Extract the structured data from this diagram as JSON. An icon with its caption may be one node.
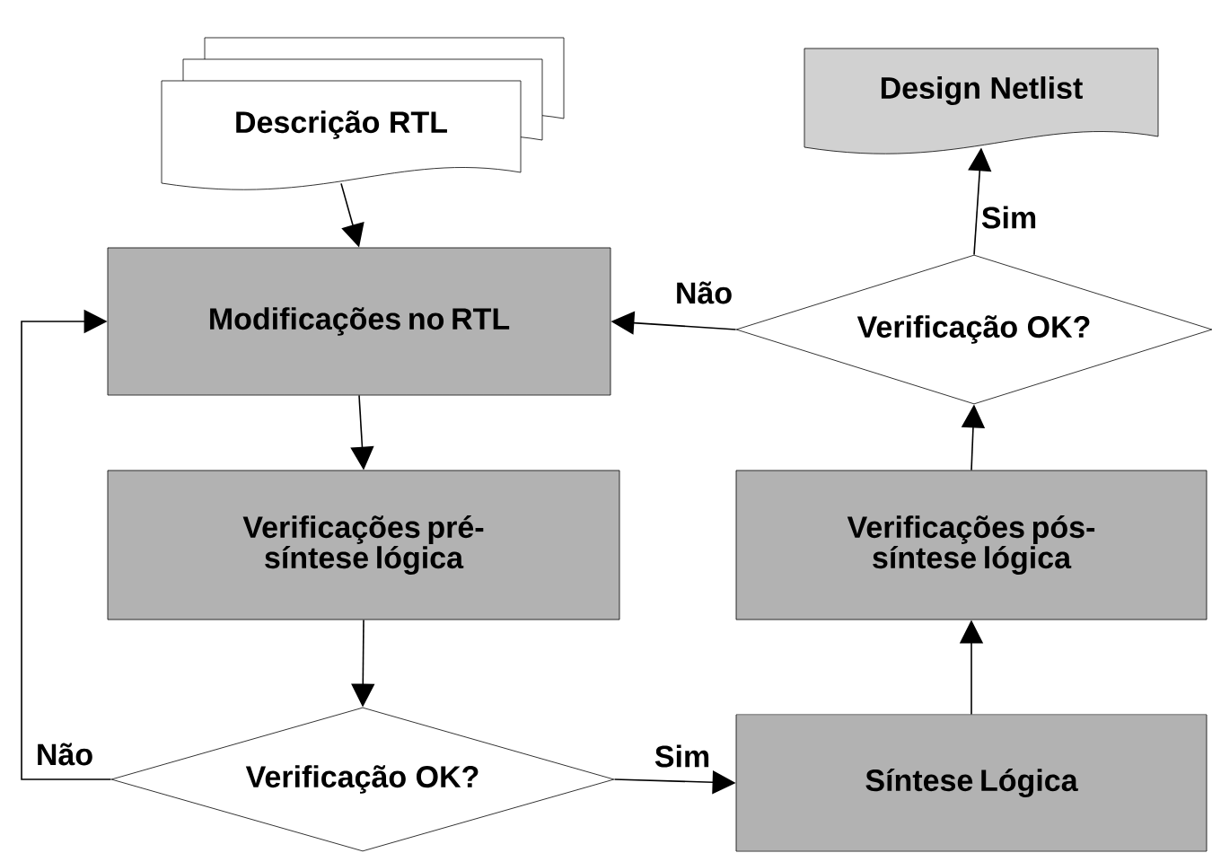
{
  "diagram": {
    "nodes": [
      {
        "text": [
          "Descrição RTL"
        ]
      },
      {
        "text": [
          "Modificações no RTL"
        ]
      },
      {
        "text": [
          "Verificações pré-síntese lógica"
        ]
      },
      {
        "text": [
          "Verificação OK?"
        ]
      },
      {
        "text": [
          "Síntese Lógica"
        ]
      },
      {
        "text": [
          "Verificações pós-síntese lógica"
        ]
      },
      {
        "text": [
          "Verificação OK?"
        ]
      },
      {
        "text": [
          "Design Netlist"
        ]
      }
    ],
    "edges": [
      {
        "from": 0,
        "to": 1,
        "arrow": "to"
      },
      {
        "from": 1,
        "to": 2,
        "arrow": "to"
      },
      {
        "from": 2,
        "to": 3,
        "arrow": "to"
      },
      {
        "from": 3,
        "to": 4,
        "arrow": "to",
        "label": "Sim"
      },
      {
        "from": 3,
        "to": 1,
        "arrow": "to",
        "label": "Não"
      },
      {
        "from": 4,
        "to": 5,
        "arrow": "to"
      },
      {
        "from": 5,
        "to": 6,
        "arrow": "to"
      },
      {
        "from": 6,
        "to": 1,
        "arrow": "to",
        "label": "Não"
      },
      {
        "from": 6,
        "to": 7,
        "arrow": "to",
        "label": "Sim"
      }
    ]
  }
}
